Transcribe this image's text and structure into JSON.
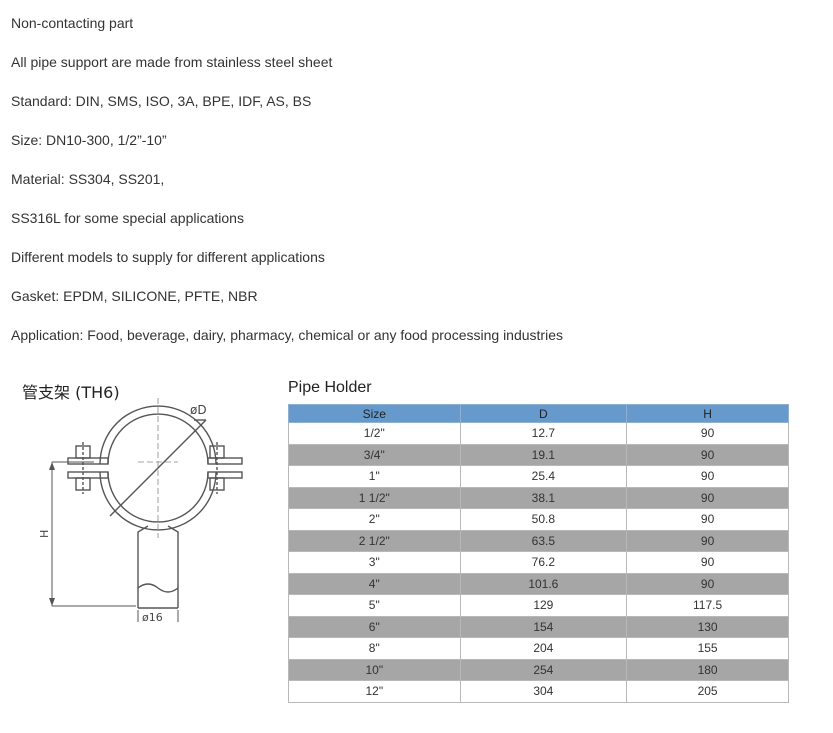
{
  "paragraphs": [
    "Non-contacting part",
    "All pipe support are made from stainless steel sheet",
    "Standard: DIN, SMS, ISO, 3A, BPE, IDF, AS, BS",
    "Size: DN10-300, 1/2”-10”",
    "Material: SS304, SS201,",
    "SS316L for some special applications",
    "Different models to supply for different applications",
    "Gasket: EPDM, SILICONE, PFTE, NBR",
    "Application: Food, beverage, dairy, pharmacy, chemical or any food processing industries"
  ],
  "figure": {
    "title": "管支架 (TH6)",
    "label_diameter": "øD",
    "label_height": "H",
    "label_rod": "ø16"
  },
  "table": {
    "title": "Pipe Holder",
    "headers": [
      "Size",
      "D",
      "H"
    ],
    "rows": [
      [
        "1/2\"",
        "12.7",
        "90"
      ],
      [
        "3/4\"",
        "19.1",
        "90"
      ],
      [
        "1\"",
        "25.4",
        "90"
      ],
      [
        "1 1/2\"",
        "38.1",
        "90"
      ],
      [
        "2\"",
        "50.8",
        "90"
      ],
      [
        "2 1/2\"",
        "63.5",
        "90"
      ],
      [
        "3\"",
        "76.2",
        "90"
      ],
      [
        "4\"",
        "101.6",
        "90"
      ],
      [
        "5\"",
        "129",
        "117.5"
      ],
      [
        "6\"",
        "154",
        "130"
      ],
      [
        "8\"",
        "204",
        "155"
      ],
      [
        "10\"",
        "254",
        "180"
      ],
      [
        "12\"",
        "304",
        "205"
      ]
    ]
  }
}
